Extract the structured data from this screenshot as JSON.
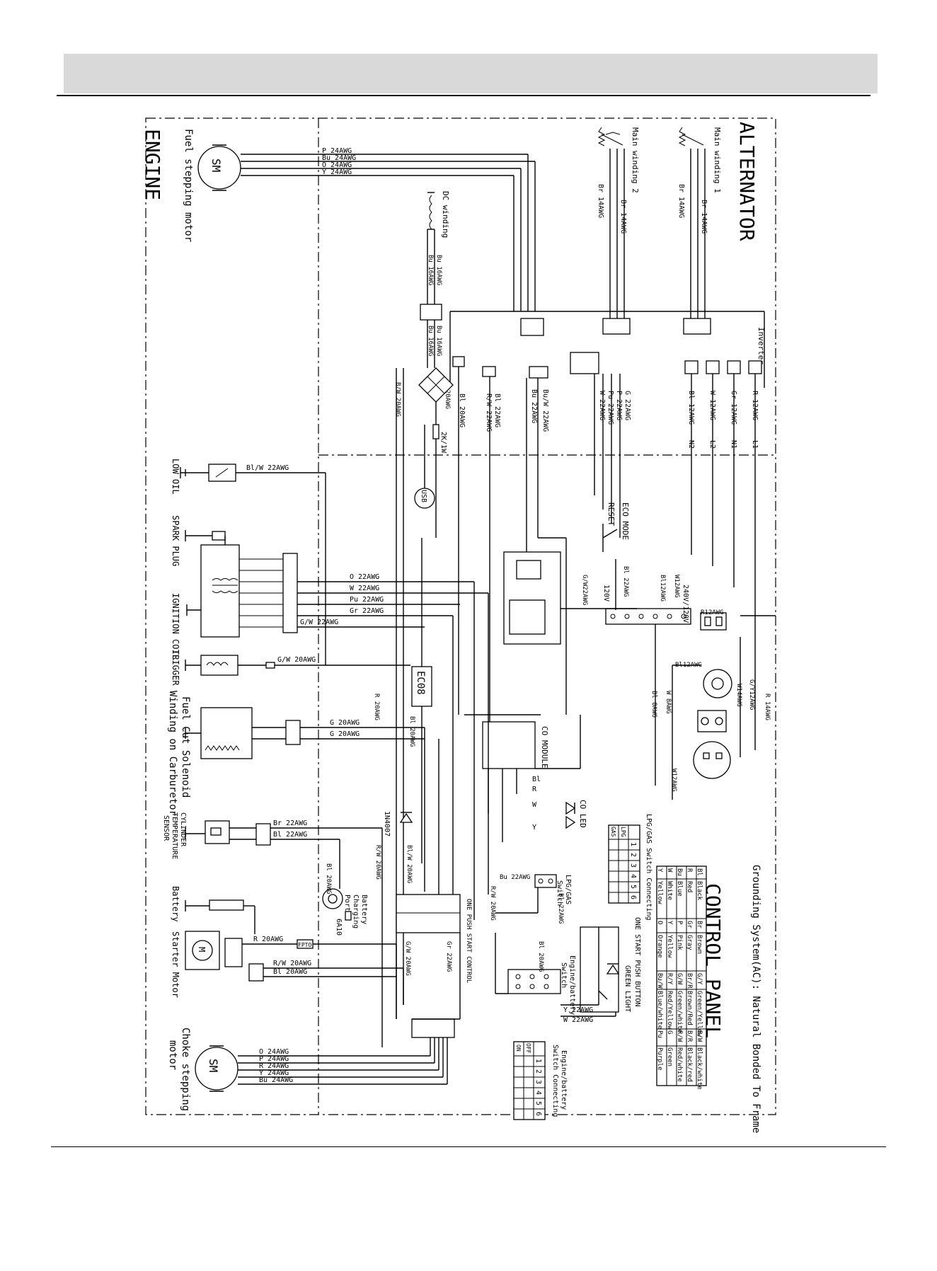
{
  "sections": {
    "engine": "ENGINE",
    "alternator": "ALTERNATOR",
    "control_panel": "CONTROL PANEL",
    "grounding": "Grounding System(AC): Natural Bonded To Frame"
  },
  "components": {
    "fuel_motor": "Fuel stepping motor",
    "choke_motor_1": "Choke stepping",
    "choke_motor_2": "motor",
    "sm": "SM",
    "main_winding_1": "Main winding 1",
    "main_winding_2": "Main winding 2",
    "dc_winding": "DC winding",
    "inverter": "Inverter",
    "low_oil": "LOW OIL",
    "spark_plug": "SPARK PLUG",
    "ignition_coil": "IGNITION COIL",
    "trigger": "TRIGGER",
    "fuel_cut_1": "Fuel Cut Solenoid",
    "fuel_cut_2": "Winding on Carburetor",
    "cyl_temp_1": "CYLINDER",
    "cyl_temp_2": "TEMPERATURE",
    "cyl_temp_3": "SENSOR",
    "battery": "Battery",
    "starter": "Starter Motor",
    "m": "M",
    "ec08": "EC08",
    "co_module": "CO MODULE",
    "co_led": "CO LED",
    "usb": "USB",
    "resistor": "2K/1W",
    "diode": "1N4007",
    "fuse": "6A10",
    "eco_mode": "ECO MODE",
    "reset": "RESET",
    "charging_1": "Battery",
    "charging_2": "Charging",
    "charging_3": "Port",
    "one_push": "ONE PUSH START CONTROL",
    "one_start": "ONE START PUSH BUTTON",
    "green_light": "GREEN LIGHT",
    "lpg_switch_1": "LPG/GAS",
    "lpg_switch_2": "Switch",
    "engine_switch_1": "Engine/battery",
    "engine_switch_2": "Switch",
    "lpg_connect": "LPG/GAS Switch Connecting",
    "engine_connect_1": "Engine/battery",
    "engine_connect_2": "Switch Connecting",
    "v240": "240V/120V",
    "v120": "120V",
    "fpto": "FPTO"
  },
  "wires": {
    "p24": "P  24AWG",
    "bu24": "Bu 24AWG",
    "o24": "O  24AWG",
    "y24": "Y  24AWG",
    "r24": "R  24AWG",
    "br14a": "Br 14AWG",
    "br14b": "Br 14AWG",
    "br14c": "Br 14AWG",
    "br14d": "Br 14AWG",
    "bu16a": "Bu 16AWG",
    "bu16b": "Bu 16AWG",
    "bu16c": "Bu 16AWG",
    "bu16d": "Bu 16AWG",
    "r12": "R  12AWG",
    "gr12": "Gr 12AWG",
    "w12": "W  12AWG",
    "bl12": "Bl 12AWG",
    "l1": "L1",
    "n1": "N1",
    "l2": "L2",
    "n2": "N2",
    "g22": "G  22AWG",
    "p22": "P  22AWG",
    "pu22": "Pu 22AWG",
    "w22": "W  22AWG",
    "buw22": "Bu/W 22AWG",
    "bu22": "Bu 22AWG",
    "bl22a": "Bl 22AWG",
    "rw22": "R/W 22AWG",
    "bl20": "Bl 20AWG",
    "r20": "R  20AWG",
    "bw20": "B/W 20AWG",
    "blw22": "Bl/W 22AWG",
    "o22": "O  22AWG",
    "w22b": "W  22AWG",
    "pu22b": "Pu 22AWG",
    "gr22": "Gr 22AWG",
    "gw22": "G/W 22AWG",
    "gw20": "G/W 20AWG",
    "g20a": "G  20AWG",
    "g20b": "G  20AWG",
    "r20b": "R  20AWG",
    "bl20b": "Bl 20AWG",
    "br22": "Br 22AWG",
    "bl22b": "Bl 22AWG",
    "bl20c": "Bl 20AWG",
    "r20c": "R  20AWG",
    "rw20": "R/W 20AWG",
    "bl20d": "Bl 20AWG",
    "rw20b": "R/W 20AWG",
    "blw20": "Bl/W 20AWG",
    "gw20b": "G/W 20AWG",
    "gr22b": "Gr 22AWG",
    "rw20c": "R/W 20AWG",
    "bl22c": "Bl 22AWG",
    "bl20e": "Bl 20AWG",
    "y22": "Y  22AWG",
    "w22c": "W  22AWG",
    "bu22b": "Bu 22AWG",
    "gw22b": "G/W22AWG",
    "bl22d": "Bl 22AWG",
    "bl12b": "Bl12AWG",
    "w12b": "W12AWG",
    "r12b": "R12AWG",
    "r14": "R  14AWG",
    "gy12": "G/Y12AWG",
    "w14": "W14AWG",
    "w8": "W 8AWG",
    "bl8": "Bl 8AWG",
    "w12c": "W12AWG",
    "bl12c": "Bl12AWG",
    "bl": "Bl",
    "r": "R",
    "w": "W",
    "y": "Y"
  },
  "color_code": [
    [
      "Bl",
      "Black",
      "Br",
      "Brown",
      "G/Y",
      "Green/Yellow",
      "B/W",
      "Black/white"
    ],
    [
      "R",
      "Red",
      "Gr",
      "Gray",
      "Br/R",
      "Brown/Red",
      "B/R",
      "Black/red"
    ],
    [
      "Bu",
      "Blue",
      "P",
      "Pink",
      "G/W",
      "Green/white",
      "R/W",
      "Red/white"
    ],
    [
      "W",
      "White",
      "Y",
      "Yellow",
      "R/Y",
      "Red/Yellow",
      "G",
      "Green"
    ],
    [
      "Y",
      "Yellow",
      "O",
      "Orange",
      "Bu/W",
      "Blue/white",
      "Pu",
      "Purple"
    ]
  ],
  "lpg_table": {
    "header": [
      "",
      "1",
      "2",
      "3",
      "4",
      "5",
      "6"
    ],
    "rows": [
      [
        "LPG",
        "",
        "",
        "",
        "",
        "",
        ""
      ],
      [
        "GAS",
        "",
        "",
        "",
        "",
        "",
        ""
      ]
    ]
  },
  "engine_table": {
    "header": [
      "",
      "1",
      "2",
      "3",
      "4",
      "5",
      "6"
    ],
    "rows": [
      [
        "OFF",
        "",
        "",
        "",
        "",
        "",
        ""
      ],
      [
        "ON",
        "",
        "",
        "",
        "",
        "",
        ""
      ]
    ]
  }
}
